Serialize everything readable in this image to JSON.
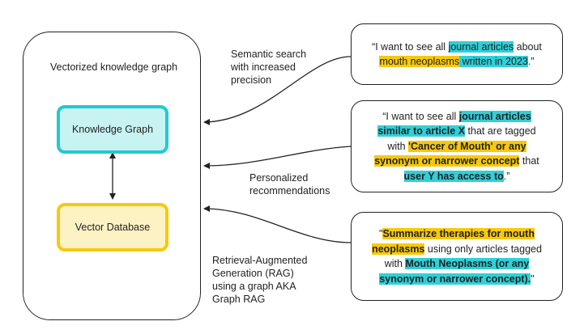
{
  "diagram": {
    "outer_title": "Vectorized knowledge graph",
    "knowledge_graph_label": "Knowledge Graph",
    "vector_database_label": "Vector Database",
    "colors": {
      "cyan_border": "#23c9d2",
      "cyan_fill": "#c7f3f3",
      "yellow_border": "#f6c90e",
      "yellow_fill": "#fdf2c4",
      "highlight_cyan": "#2fd0d8",
      "highlight_yellow": "#f6c90e"
    }
  },
  "labels": {
    "semantic_line1": "Semantic search",
    "semantic_line2": "with increased",
    "semantic_line3": "precision",
    "personal_line1": "Personalized",
    "personal_line2": "recommendations",
    "rag_line1": "Retrieval-Augmented",
    "rag_line2": "Generation (RAG)",
    "rag_line3": "using a graph AKA",
    "rag_line4": "Graph RAG"
  },
  "quotes": {
    "q1": {
      "open": "“I want to see all ",
      "hl1": "journal articles",
      "mid1": " about",
      "hl2": "mouth neoplasms",
      "hl3": " written in 2023",
      "close": ".”"
    },
    "q2": {
      "open": "“I want to see all ",
      "hl1": "journal articles",
      "hl2": "similar to article X",
      "mid1": " that are tagged",
      "mid2": "with ",
      "hl3": "'Cancer of Mouth' or any",
      "hl4": "synonym or narrower concept",
      "mid3": " that",
      "hl5": "user Y has access to",
      "close": ".”"
    },
    "q3": {
      "open": "\"",
      "hl1": "Summarize therapies for mouth",
      "hl2": "neoplasms",
      "mid1": " using only articles tagged",
      "mid2": "with ",
      "hl3": "Mouth Neoplasms (or any",
      "hl4": "synonym or narrower concept).",
      "close": "\""
    }
  }
}
